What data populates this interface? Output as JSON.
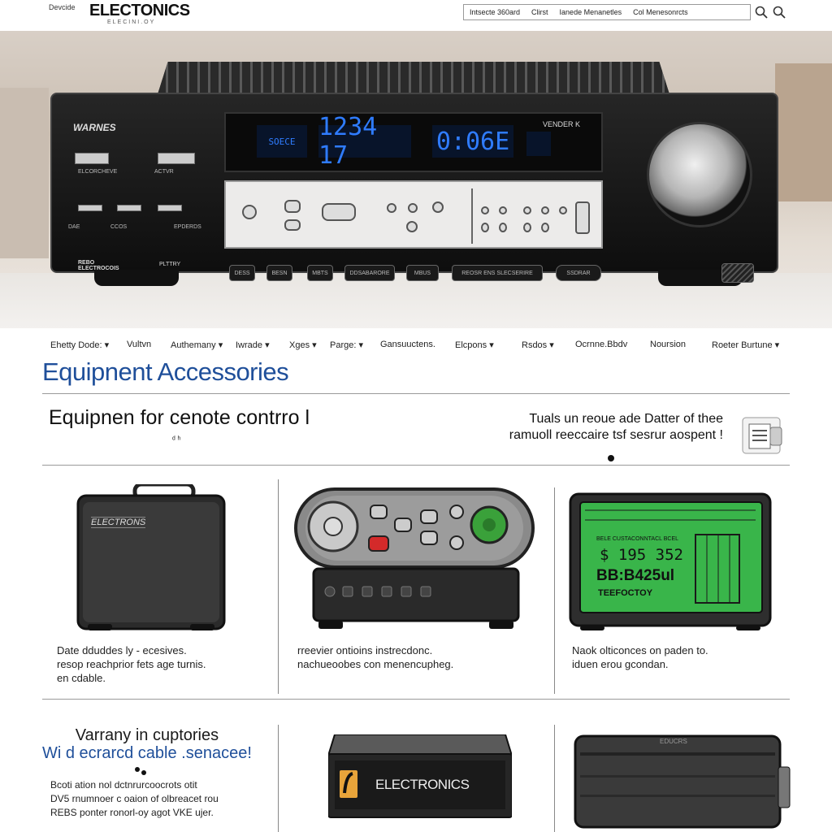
{
  "topbar": {
    "small_brand": "Devcide",
    "logo": "ELECTONICS",
    "logo_sub": "ELECINI.OY",
    "search_items": [
      "Intsecte 360ard",
      "Clirst",
      "Ianede Menanetles",
      "Col Menesonrcts"
    ]
  },
  "hero": {
    "receiver_brand": "WARNES",
    "display_left": "SOECE",
    "display_mid": "1234 17",
    "display_right": "0:06E",
    "display_tag": "VENDER K",
    "left_labels": [
      "ELCORCHEVE",
      "ACTVR",
      "DAE",
      "CCOS",
      "EPDERDS"
    ],
    "bottom_left_labels": [
      "REBO ELECTROCOIS",
      "PLTTRY"
    ],
    "bottom_buttons": [
      "DESS",
      "BESN",
      "MBTS",
      "DDSABARORE",
      "MBUS",
      "REOSR ENS SLECSERIRE",
      "SSDRAR"
    ]
  },
  "nav": {
    "items": [
      {
        "label": "Ehetty Dode:",
        "dropdown": true
      },
      {
        "label": "Vultvn",
        "dropdown": false
      },
      {
        "label": "Authemany",
        "dropdown": true
      },
      {
        "label": "Iwrade",
        "dropdown": true
      },
      {
        "label": "Xges",
        "dropdown": true
      },
      {
        "label": "Parge:",
        "dropdown": true
      },
      {
        "label": "Gansuuctens.",
        "dropdown": false
      },
      {
        "label": "Elcpons",
        "dropdown": true
      },
      {
        "label": "Rsdos",
        "dropdown": true
      },
      {
        "label": "Ocrnne.Bbdv",
        "dropdown": false
      },
      {
        "label": "Noursion",
        "dropdown": false
      },
      {
        "label": "Roeter Burtune",
        "dropdown": true
      }
    ]
  },
  "main": {
    "section_title": "Equipnent Accessories",
    "sub_title": "Equipnen for cenote contrro l",
    "sub_mark": "ᵈ ʰ",
    "promo_line1": "Tuals un reoue ade Datter of thee",
    "promo_line2": "ramuoll reeccaire tsf sesrur aospent !",
    "products": [
      {
        "name": "hard-case",
        "label": "ELECTRONS",
        "caption": [
          "Date dduddes ly  - ecesives.",
          "resop reachprior fets age turnis.",
          "en cdable."
        ]
      },
      {
        "name": "remote-control",
        "caption": [
          "rreevier ontioins instrecdonc.",
          "nachueoobes con menencupheg."
        ]
      },
      {
        "name": "green-display-unit",
        "screen_line1": "BELE CUSTACONNTACL BCEL",
        "screen_line2": "$ 195 352",
        "screen_line3": "BB:B425ul",
        "screen_line4": "TEEFOCTOY",
        "caption": [
          "Naok olticonces on paden to.",
          "iduen erou gcondan."
        ]
      }
    ],
    "bottom_title_line1": "Varrany in cuptories",
    "bottom_title_line2": "Wi d ecrarcd cable .senacee!",
    "bottom_caption": [
      "Bcoti ation nol dctnrurcoocrots otit",
      "DV5 rnumnoer  c oaion of olbreacet rou",
      "REBS ponter ronorl-oy agot VKE ujer."
    ],
    "bottom_products": [
      {
        "name": "electronics-box",
        "label": "ELECTRONICS"
      },
      {
        "name": "dark-case",
        "label": "EDUCRS"
      }
    ]
  },
  "colors": {
    "title_blue": "#1f4f9a",
    "display_blue": "#2f7cff",
    "screen_green": "#39b54a"
  }
}
